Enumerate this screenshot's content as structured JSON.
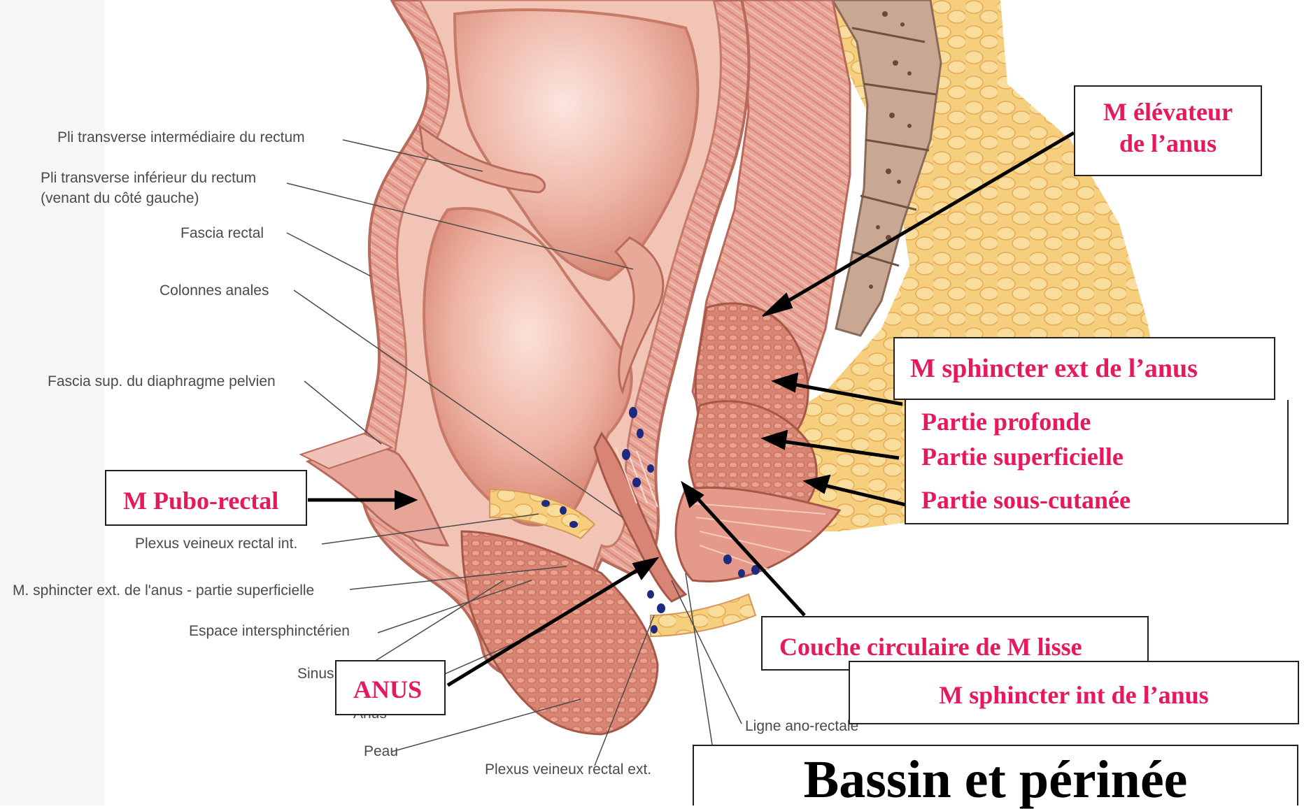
{
  "reference_labels": {
    "pli_intermediaire": "Pli transverse intermédiaire du rectum",
    "pli_inferieur_line1": "Pli transverse inférieur du rectum",
    "pli_inferieur_line2": "(venant du côté gauche)",
    "fascia_rectal": "Fascia rectal",
    "colonnes_anales": "Colonnes anales",
    "fascia_sup": "Fascia sup. du diaphragme pelvien",
    "plexus_int": "Plexus veineux rectal int.",
    "sphincter_superficielle": "M. sphincter ext. de l'anus - partie superficielle",
    "espace_intersphincterien": "Espace intersphinctérien",
    "sinus": "Sinus",
    "anus": "Anus",
    "peau": "Peau",
    "plexus_ext": "Plexus veineux rectal ext.",
    "ligne_ano_rectale": "Ligne ano-rectale"
  },
  "callouts": {
    "elevateur_line1": "M élévateur",
    "elevateur_line2": "de l’anus",
    "sphincter_ext": "M sphincter ext de l’anus",
    "partie_profonde": "Partie profonde",
    "partie_superficielle": "Partie superficielle",
    "partie_sous_cutanee": "Partie sous-cutanée",
    "pubo_rectal": "M Pubo-rectal",
    "anus": "ANUS",
    "couche_circulaire": "Couche circulaire de M lisse",
    "sphincter_int": "M sphincter int de l’anus"
  },
  "title": "Bassin et périnée",
  "colors": {
    "callout_text": "#e8185f",
    "muscle": "#e8a396",
    "mucosa": "#f0c2b8",
    "fat": "#f5d48a",
    "bone": "#b89a86",
    "veins": "#1e2a80"
  }
}
